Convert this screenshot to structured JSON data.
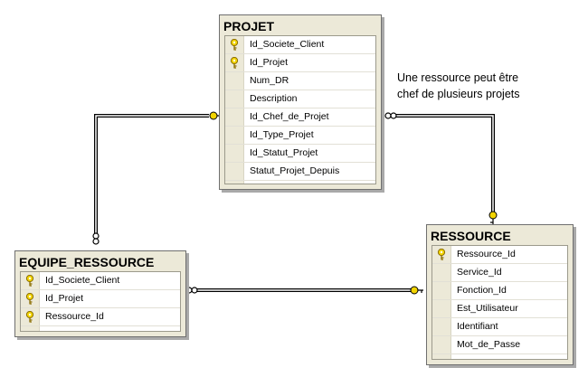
{
  "tables": {
    "projet": {
      "title": "PROJET",
      "columns": [
        {
          "name": "Id_Societe_Client",
          "key": true
        },
        {
          "name": "Id_Projet",
          "key": true
        },
        {
          "name": "Num_DR",
          "key": false
        },
        {
          "name": "Description",
          "key": false
        },
        {
          "name": "Id_Chef_de_Projet",
          "key": false
        },
        {
          "name": "Id_Type_Projet",
          "key": false
        },
        {
          "name": "Id_Statut_Projet",
          "key": false
        },
        {
          "name": "Statut_Projet_Depuis",
          "key": false
        }
      ]
    },
    "ressource": {
      "title": "RESSOURCE",
      "columns": [
        {
          "name": "Ressource_Id",
          "key": true
        },
        {
          "name": "Service_Id",
          "key": false
        },
        {
          "name": "Fonction_Id",
          "key": false
        },
        {
          "name": "Est_Utilisateur",
          "key": false
        },
        {
          "name": "Identifiant",
          "key": false
        },
        {
          "name": "Mot_de_Passe",
          "key": false
        }
      ]
    },
    "equipe_ressource": {
      "title": "EQUIPE_RESSOURCE",
      "columns": [
        {
          "name": "Id_Societe_Client",
          "key": true
        },
        {
          "name": "Id_Projet",
          "key": true
        },
        {
          "name": "Ressource_Id",
          "key": true
        }
      ]
    }
  },
  "annotation": {
    "line1": "Une ressource peut être",
    "line2": "chef de plusieurs projets"
  },
  "colors": {
    "table_bg": "#ece9d8",
    "key_icon": "#d8b200",
    "connector": "#000000"
  }
}
